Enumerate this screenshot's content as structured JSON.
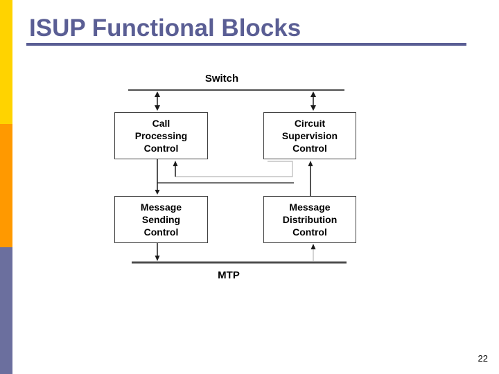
{
  "slide": {
    "title": "ISUP Functional Blocks",
    "page_number": "22"
  },
  "diagram": {
    "top_label": "Switch",
    "bottom_label": "MTP",
    "blocks": [
      {
        "id": "call-processing-control",
        "label": "Call\nProcessing\nControl"
      },
      {
        "id": "circuit-supervision-control",
        "label": "Circuit\nSupervision\nControl"
      },
      {
        "id": "message-sending-control",
        "label": "Message\nSending\nControl"
      },
      {
        "id": "message-distribution-control",
        "label": "Message\nDistribution\nControl"
      }
    ],
    "connections": [
      {
        "from": "switch",
        "to": "call-processing-control",
        "direction": "bidirectional"
      },
      {
        "from": "switch",
        "to": "circuit-supervision-control",
        "direction": "bidirectional"
      },
      {
        "from": "call-processing-control",
        "to": "message-sending-control",
        "direction": "down"
      },
      {
        "from": "message-distribution-control",
        "to": "call-processing-control",
        "direction": "up"
      },
      {
        "from": "message-distribution-control",
        "to": "circuit-supervision-control",
        "direction": "up"
      },
      {
        "from": "message-sending-control",
        "to": "mtp",
        "direction": "down"
      },
      {
        "from": "mtp",
        "to": "message-distribution-control",
        "direction": "up"
      }
    ]
  },
  "colors": {
    "title": "#5A5E94",
    "accent_bar_yellow": "#FFD300",
    "accent_bar_orange": "#FF9900",
    "accent_bar_slate": "#6B6F9E",
    "diagram_line": "#404040",
    "arrow": "#1A1A1A",
    "diagram_light_line": "#B8B8B8",
    "text": "#000000",
    "background": "#FFFFFF"
  }
}
